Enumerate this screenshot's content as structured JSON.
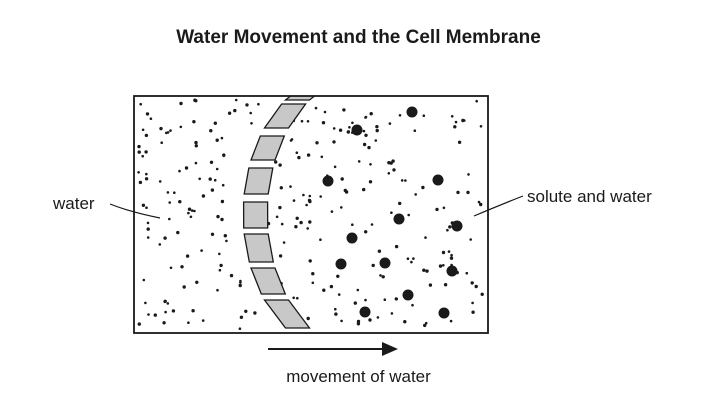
{
  "title": "Water Movement and the Cell Membrane",
  "labels": {
    "left": "water",
    "right": "solute and water",
    "arrow": "movement of water"
  },
  "colors": {
    "membrane_fill": "#c8c8c8",
    "ink": "#1a1a1a"
  }
}
